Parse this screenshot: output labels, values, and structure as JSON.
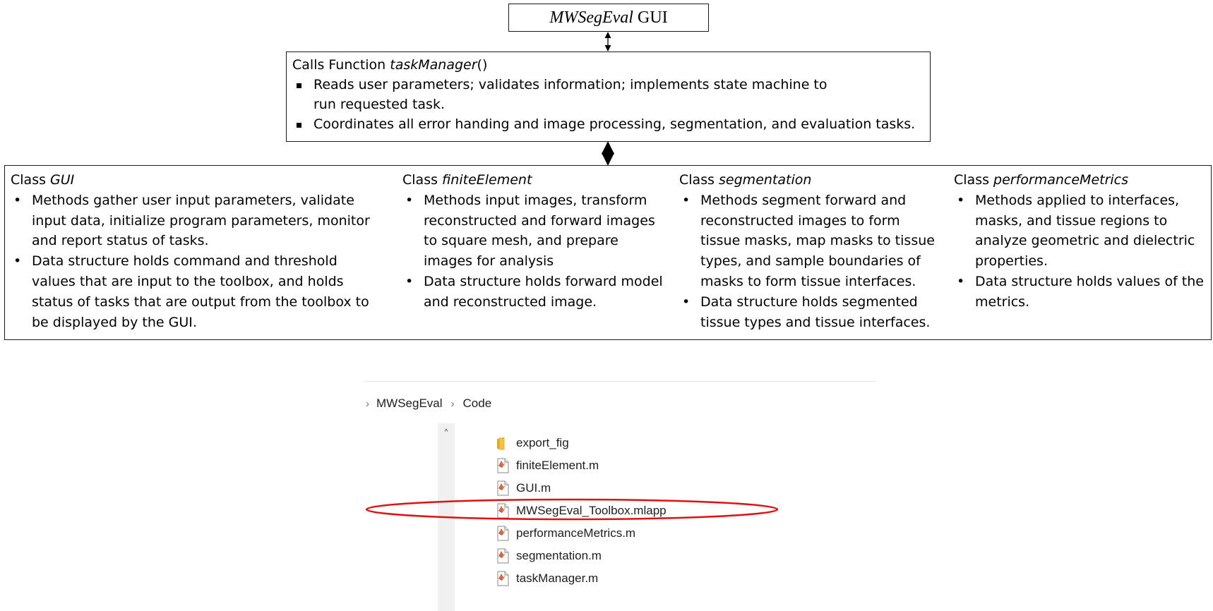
{
  "gui_box": {
    "title_italic": "MWSegEval",
    "title_rest": " GUI"
  },
  "task_manager": {
    "title_prefix": "Calls Function ",
    "title_func": "taskManager",
    "title_suffix": "()",
    "bullets": [
      "Reads user parameters; validates information; implements state machine to run requested task.",
      "Coordinates all error handing and image processing, segmentation, and evaluation tasks."
    ]
  },
  "classes": [
    {
      "prefix": "Class ",
      "name": "GUI",
      "bullets": [
        "Methods gather user input parameters, validate input data, initialize program parameters, monitor and report status of tasks.",
        "Data structure holds command and threshold values that are input to the toolbox, and holds status of tasks that are output from the toolbox to be displayed by the GUI."
      ]
    },
    {
      "prefix": "Class ",
      "name": "finiteElement",
      "bullets": [
        "Methods input images, transform reconstructed and forward images to square mesh, and prepare images for analysis",
        "Data structure holds forward model and reconstructed image."
      ]
    },
    {
      "prefix": "Class ",
      "name": "segmentation",
      "bullets": [
        "Methods segment forward and reconstructed images to form tissue masks, map masks to tissue types, and sample boundaries of masks to form tissue interfaces.",
        "Data structure holds segmented tissue types and tissue interfaces."
      ]
    },
    {
      "prefix": "Class ",
      "name": "performanceMetrics",
      "bullets": [
        "Methods applied to interfaces, masks, and tissue regions to analyze geometric and dielectric properties.",
        "Data structure holds values of the metrics."
      ]
    }
  ],
  "explorer": {
    "breadcrumb": [
      "MWSegEval",
      "Code"
    ],
    "files": [
      {
        "name": "export_fig",
        "icon": "folder-icon"
      },
      {
        "name": "finiteElement.m",
        "icon": "matlab-file-icon"
      },
      {
        "name": "GUI.m",
        "icon": "matlab-file-icon"
      },
      {
        "name": "MWSegEval_Toolbox.mlapp",
        "icon": "matlab-file-icon",
        "highlighted": true
      },
      {
        "name": "performanceMetrics.m",
        "icon": "matlab-file-icon"
      },
      {
        "name": "segmentation.m",
        "icon": "matlab-file-icon"
      },
      {
        "name": "taskManager.m",
        "icon": "matlab-file-icon"
      }
    ]
  },
  "colors": {
    "highlight_ellipse": "#e01010",
    "folder": "#f4c442",
    "matlab_orange": "#e16737",
    "matlab_blue": "#2f6fb6"
  }
}
